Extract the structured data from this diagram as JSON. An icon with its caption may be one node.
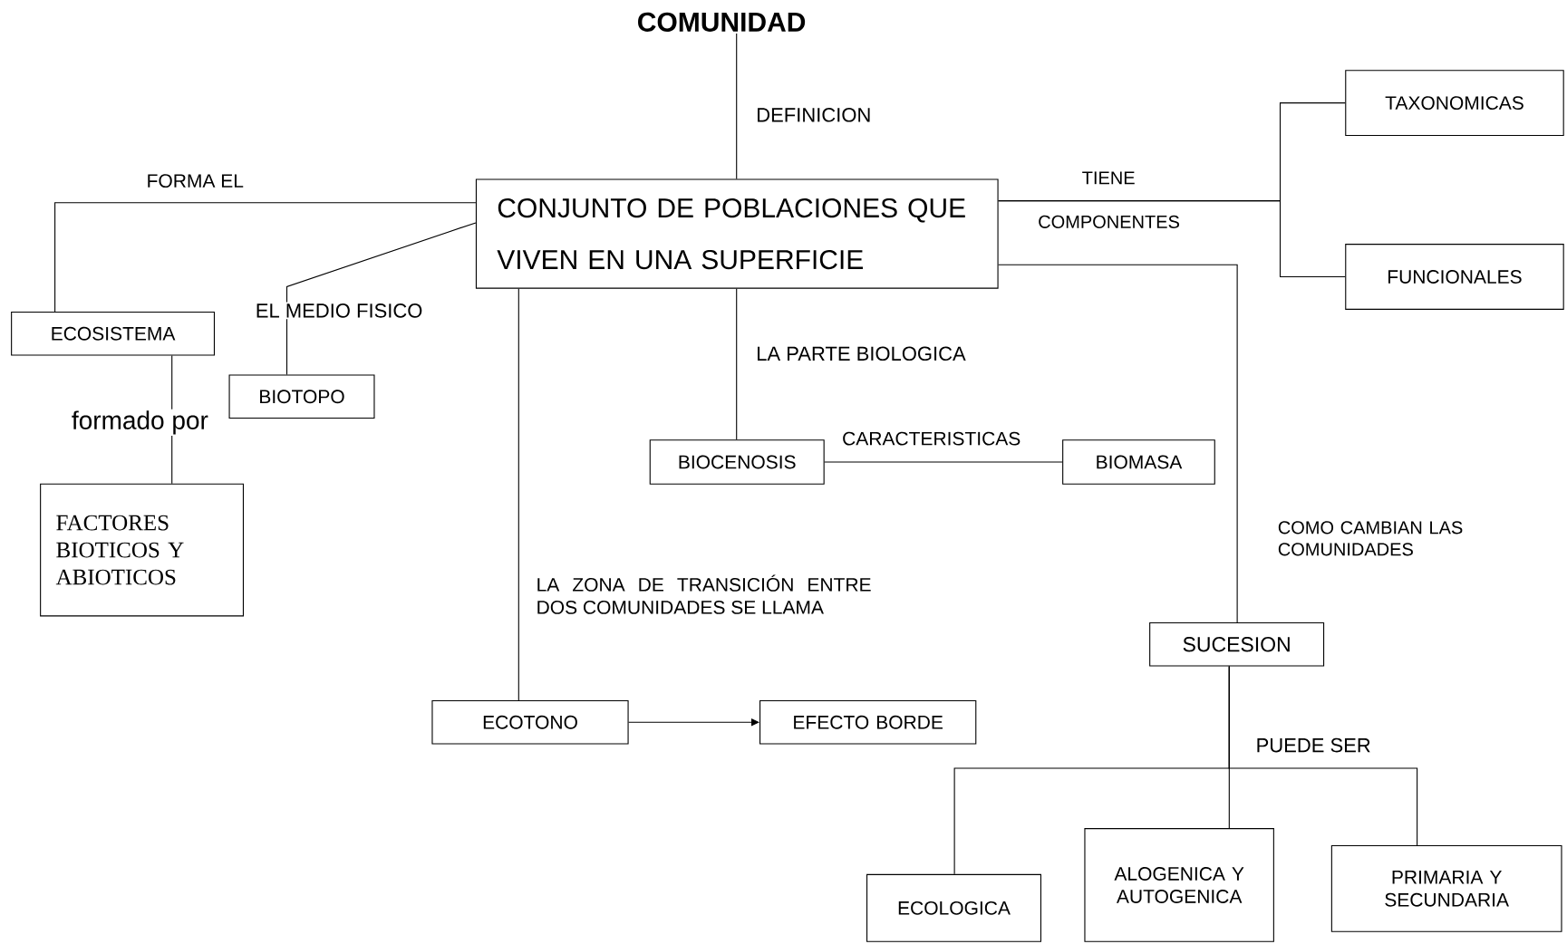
{
  "diagram": {
    "nodes": [
      {
        "text": [
          "COMUNIDAD"
        ]
      },
      {
        "text": [
          "CONJUNTO DE POBLACIONES QUE VIVEN EN UNA SUPERFICIE"
        ]
      },
      {
        "text": [
          "TAXONOMICAS"
        ]
      },
      {
        "text": [
          "FUNCIONALES"
        ]
      },
      {
        "text": [
          "ECOSISTEMA"
        ]
      },
      {
        "text": [
          "BIOTOPO"
        ]
      },
      {
        "text": [
          "FACTORES BIOTICOS Y ABIOTICOS"
        ]
      },
      {
        "text": [
          "BIOCENOSIS"
        ]
      },
      {
        "text": [
          "BIOMASA"
        ]
      },
      {
        "text": [
          "SUCESION"
        ]
      },
      {
        "text": [
          "ECOTONO"
        ]
      },
      {
        "text": [
          "EFECTO BORDE"
        ]
      },
      {
        "text": [
          "ECOLOGICA"
        ]
      },
      {
        "text": [
          "ALOGENICA Y AUTOGENICA"
        ]
      },
      {
        "text": [
          "PRIMARIA Y SECUNDARIA"
        ]
      }
    ],
    "edges": [
      {
        "from": 0,
        "to": 1,
        "arrow": "none",
        "label": "DEFINICION"
      },
      {
        "from": 1,
        "to": 2,
        "arrow": "none",
        "label": "TIENE"
      },
      {
        "from": 1,
        "to": 3,
        "arrow": "none",
        "label": "COMPONENTES"
      },
      {
        "from": 1,
        "to": 4,
        "arrow": "none",
        "label": "FORMA EL"
      },
      {
        "from": 1,
        "to": 5,
        "arrow": "none",
        "label": "EL MEDIO FISICO"
      },
      {
        "from": 4,
        "to": 6,
        "arrow": "none",
        "label": "formado por"
      },
      {
        "from": 1,
        "to": 7,
        "arrow": "none",
        "label": "LA PARTE BIOLOGICA"
      },
      {
        "from": 7,
        "to": 8,
        "arrow": "none",
        "label": "CARACTERISTICAS"
      },
      {
        "from": 1,
        "to": 10,
        "arrow": "none",
        "label": "LA ZONA DE TRANSICIÓN ENTRE DOS COMUNIDADES SE LLAMA"
      },
      {
        "from": 10,
        "to": 11,
        "arrow": "to"
      },
      {
        "from": 1,
        "to": 9,
        "arrow": "none",
        "label": "COMO CAMBIAN LAS COMUNIDADES"
      },
      {
        "from": 9,
        "to": 12,
        "arrow": "none"
      },
      {
        "from": 9,
        "to": 13,
        "arrow": "none",
        "label": "PUEDE SER"
      },
      {
        "from": 9,
        "to": 14,
        "arrow": "none"
      }
    ]
  }
}
